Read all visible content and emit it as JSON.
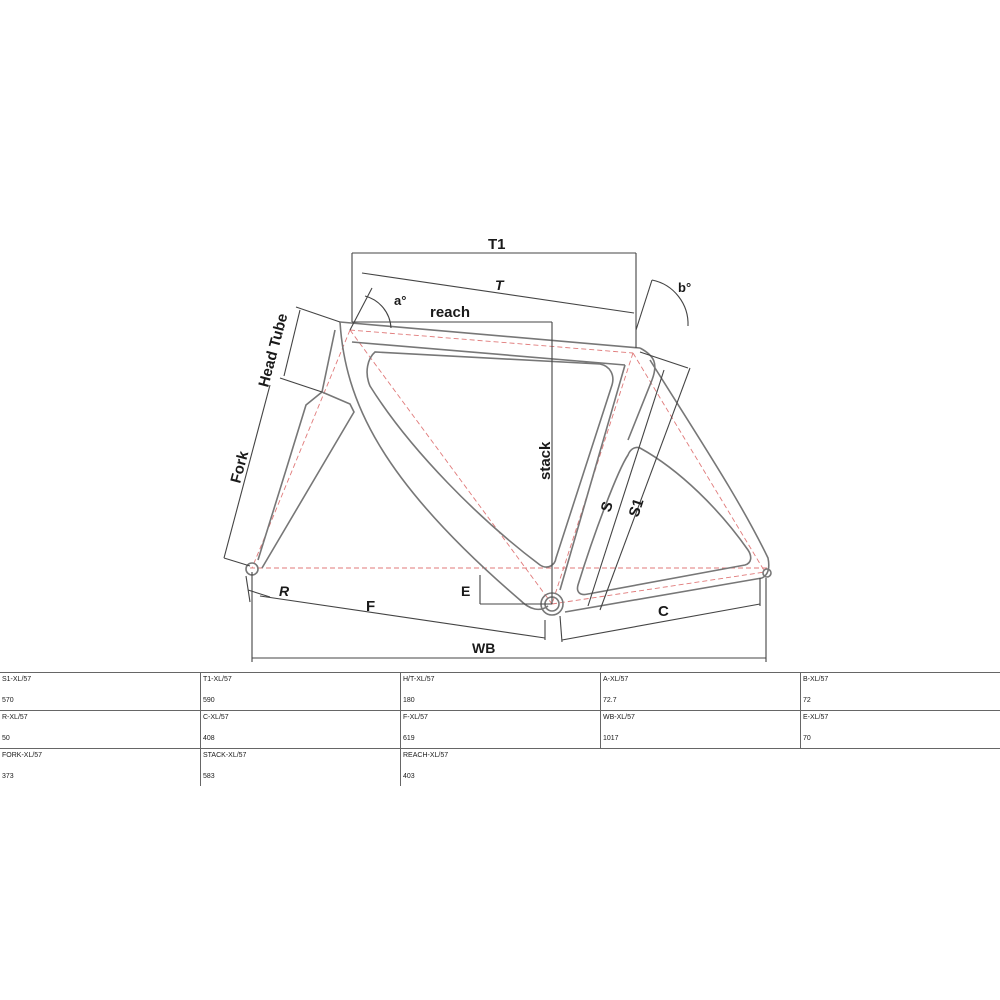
{
  "diagram": {
    "labels": {
      "t1": "T1",
      "t": "T",
      "a": "a°",
      "b": "b°",
      "reach": "reach",
      "head_tube": "Head Tube",
      "fork": "Fork",
      "stack": "stack",
      "s": "S",
      "s1": "S1",
      "e": "E",
      "r": "R",
      "f": "F",
      "c": "C",
      "wb": "WB"
    }
  },
  "specs": {
    "rows": [
      [
        {
          "label": "S1-XL/57",
          "value": "570"
        },
        {
          "label": "T1-XL/57",
          "value": "590"
        },
        {
          "label": "H/T-XL/57",
          "value": "180"
        },
        {
          "label": "A-XL/57",
          "value": "72.7"
        },
        {
          "label": "B-XL/57",
          "value": "72"
        }
      ],
      [
        {
          "label": "R-XL/57",
          "value": "50"
        },
        {
          "label": "C-XL/57",
          "value": "408"
        },
        {
          "label": "F-XL/57",
          "value": "619"
        },
        {
          "label": "WB-XL/57",
          "value": "1017"
        },
        {
          "label": "E-XL/57",
          "value": "70"
        }
      ],
      [
        {
          "label": "FORK-XL/57",
          "value": "373"
        },
        {
          "label": "STACK-XL/57",
          "value": "583"
        },
        {
          "label": "REACH-XL/57",
          "value": "403"
        }
      ]
    ]
  }
}
